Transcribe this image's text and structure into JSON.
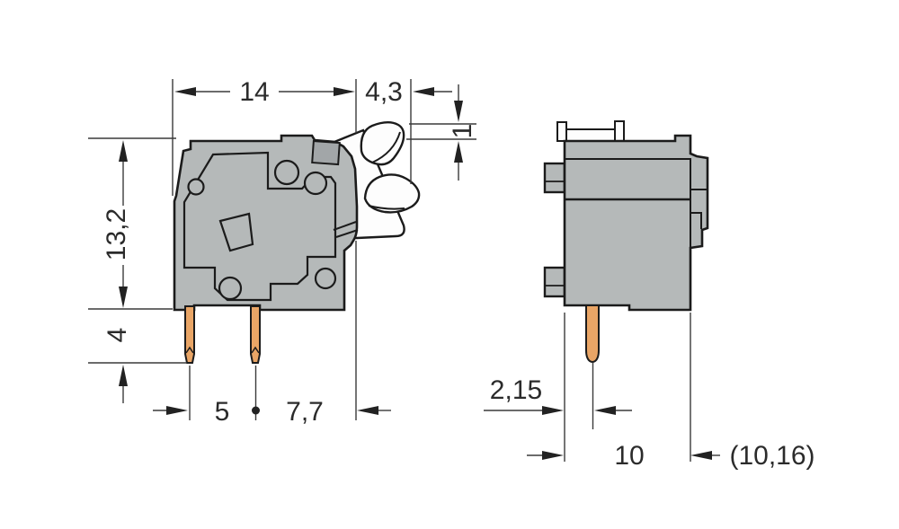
{
  "title": "terminal-block-dimensional-drawing",
  "colors": {
    "background": "#ffffff",
    "body_fill": "#b5b9b9",
    "outline": "#1b1b1b",
    "lever_fill": "#fdfdfd",
    "latch_fill": "#a2a6a8",
    "pin_fill": "#e9a566",
    "dim_line": "#3a3a3a",
    "arrow": "#222222",
    "text": "#2b2b2b"
  },
  "views": {
    "front": {
      "label": "front-view-with-lever"
    },
    "side": {
      "label": "side-view"
    }
  },
  "dimensions": {
    "width_total": "14",
    "lever_overhang": "4,3",
    "lever_protrusion": "1",
    "body_height": "13,2",
    "pin_length": "4",
    "pin_pitch": "5",
    "pin_to_edge": "7,7",
    "pin_offset": "2,15",
    "depth": "10",
    "depth_variant": "(10,16)"
  }
}
